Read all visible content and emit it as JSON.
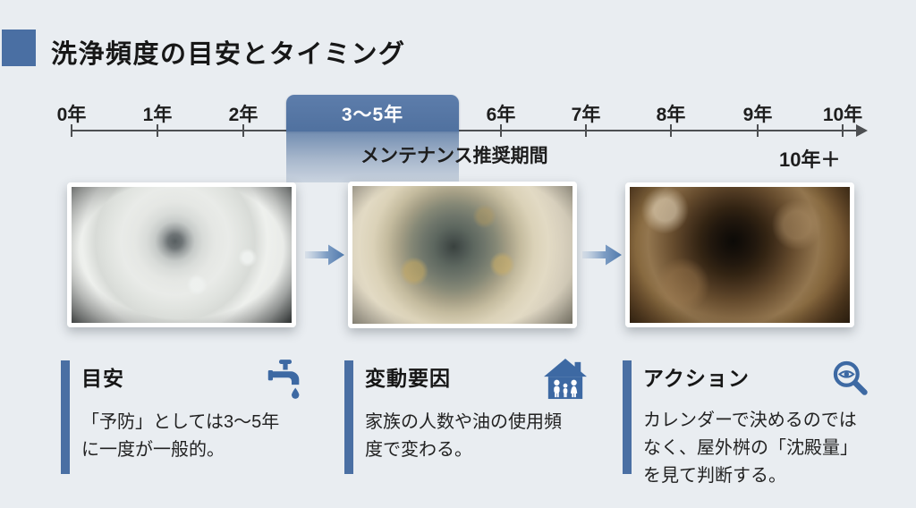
{
  "title": {
    "text": "洗浄頻度の目安とタイミング"
  },
  "colors": {
    "background": "#e9edf1",
    "accent_blue": "#4a6fa3",
    "highlight_box_blue": "#50719f",
    "arrow_blue": "#4e78ac",
    "text": "#1b1b1b"
  },
  "timeline": {
    "tick_labels": [
      "0年",
      "1年",
      "2年",
      "6年",
      "7年",
      "8年",
      "9年",
      "10年"
    ],
    "highlight_label": "3〜5年",
    "annotation": "メンテナンス推奨期間",
    "end_label": "10年＋"
  },
  "photos": [
    {
      "name": "pipe-interior-clean"
    },
    {
      "name": "pipe-interior-moderate-buildup"
    },
    {
      "name": "pipe-interior-heavy-fouling"
    }
  ],
  "blocks": [
    {
      "heading": "目安",
      "icon": "faucet-icon",
      "lines": [
        "「予防」としては3〜5年",
        "に一度が一般的。"
      ]
    },
    {
      "heading": "変動要因",
      "icon": "house-family-icon",
      "lines": [
        "家族の人数や油の使用頻",
        "度で変わる。"
      ]
    },
    {
      "heading": "アクション",
      "icon": "magnifier-eye-icon",
      "lines": [
        "カレンダーで決めるのでは",
        "なく、屋外桝の「沈殿量」",
        "を見て判断する。"
      ]
    }
  ]
}
